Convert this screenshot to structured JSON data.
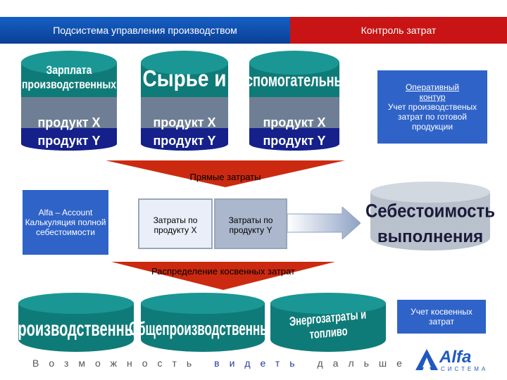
{
  "header": {
    "left_title": "Подсистема управления производством",
    "right_title": "Контроль затрат"
  },
  "top_cylinders": [
    {
      "top_label": "Зарплата производственных",
      "line1": "продукт X",
      "line2": "продукт Y"
    },
    {
      "top_label": "Сырье и",
      "line1": "продукт X",
      "line2": "продукт Y"
    },
    {
      "top_label": "Вспомогательные",
      "line1": "продукт X",
      "line2": "продукт Y"
    }
  ],
  "operative_box": {
    "line1": "Оперативный",
    "line2": "контур",
    "line3": "Учет производственых затрат по готовой продукции"
  },
  "direct_costs_label": "Прямые затраты",
  "alfa_box": "Alfa – Account Калькуляция полной себестоимости",
  "cost_x_box": "Затраты по продукту X",
  "cost_y_box": "Затраты по продукту Y",
  "cost_cylinder": {
    "line1": "Себестоимость",
    "line2": "выполнения"
  },
  "indirect_label": "Распределение косвенных затрат",
  "bottom_cylinders": [
    {
      "label": "Производственные"
    },
    {
      "label": "Общепроизводственные"
    },
    {
      "label": "Энергозатраты и топливо"
    }
  ],
  "indirect_box": "Учет косвенных затрат",
  "footer": {
    "part1": "Возможность",
    "part2": "видеть",
    "part3": "дальше"
  },
  "logo": {
    "name": "Alfa",
    "sub": "СИСТЕМА"
  },
  "colors": {
    "header_blue": "#0b3f95",
    "header_red": "#c81414",
    "teal": "#0f7b78",
    "navy": "#15208a",
    "box_blue": "#2f63c8"
  }
}
